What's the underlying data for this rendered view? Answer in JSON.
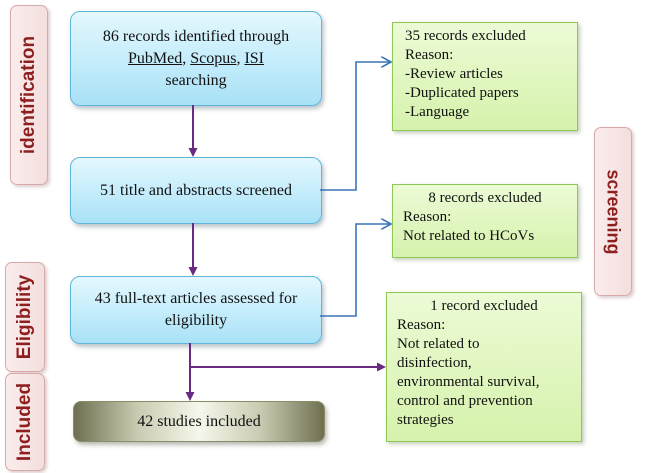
{
  "phases": {
    "identification": "identification",
    "screening": "screening",
    "eligibility": "Eligibility",
    "included": "Included"
  },
  "identified": {
    "line1": "86 records identified through",
    "db1": "PubMed",
    "sep1": ", ",
    "db2": "Scopus",
    "sep2": ", ",
    "db3": "ISI",
    "line3": "searching"
  },
  "screened": {
    "text": "51 title and abstracts screened"
  },
  "fulltext": {
    "line1": "43 full-text articles assessed for",
    "line2": "eligibility"
  },
  "included": {
    "text": "42 studies included"
  },
  "excluded1": {
    "title": "35 records excluded",
    "reason_label": "Reason:",
    "reasons": [
      "-Review articles",
      "-Duplicated papers",
      "-Language"
    ]
  },
  "excluded2": {
    "title": "8 records excluded",
    "reason_label": "Reason:",
    "reasons": [
      "Not related to HCoVs"
    ]
  },
  "excluded3": {
    "title": "1 record excluded",
    "reason_label": "Reason:",
    "reasons": [
      "Not related to",
      "disinfection,",
      "environmental survival,",
      "control and prevention",
      "strategies"
    ]
  },
  "colors": {
    "flow_arrow": "#6a2a82",
    "exclusion_arrow": "#3a74b8",
    "phase_text": "#8e1f1f"
  }
}
